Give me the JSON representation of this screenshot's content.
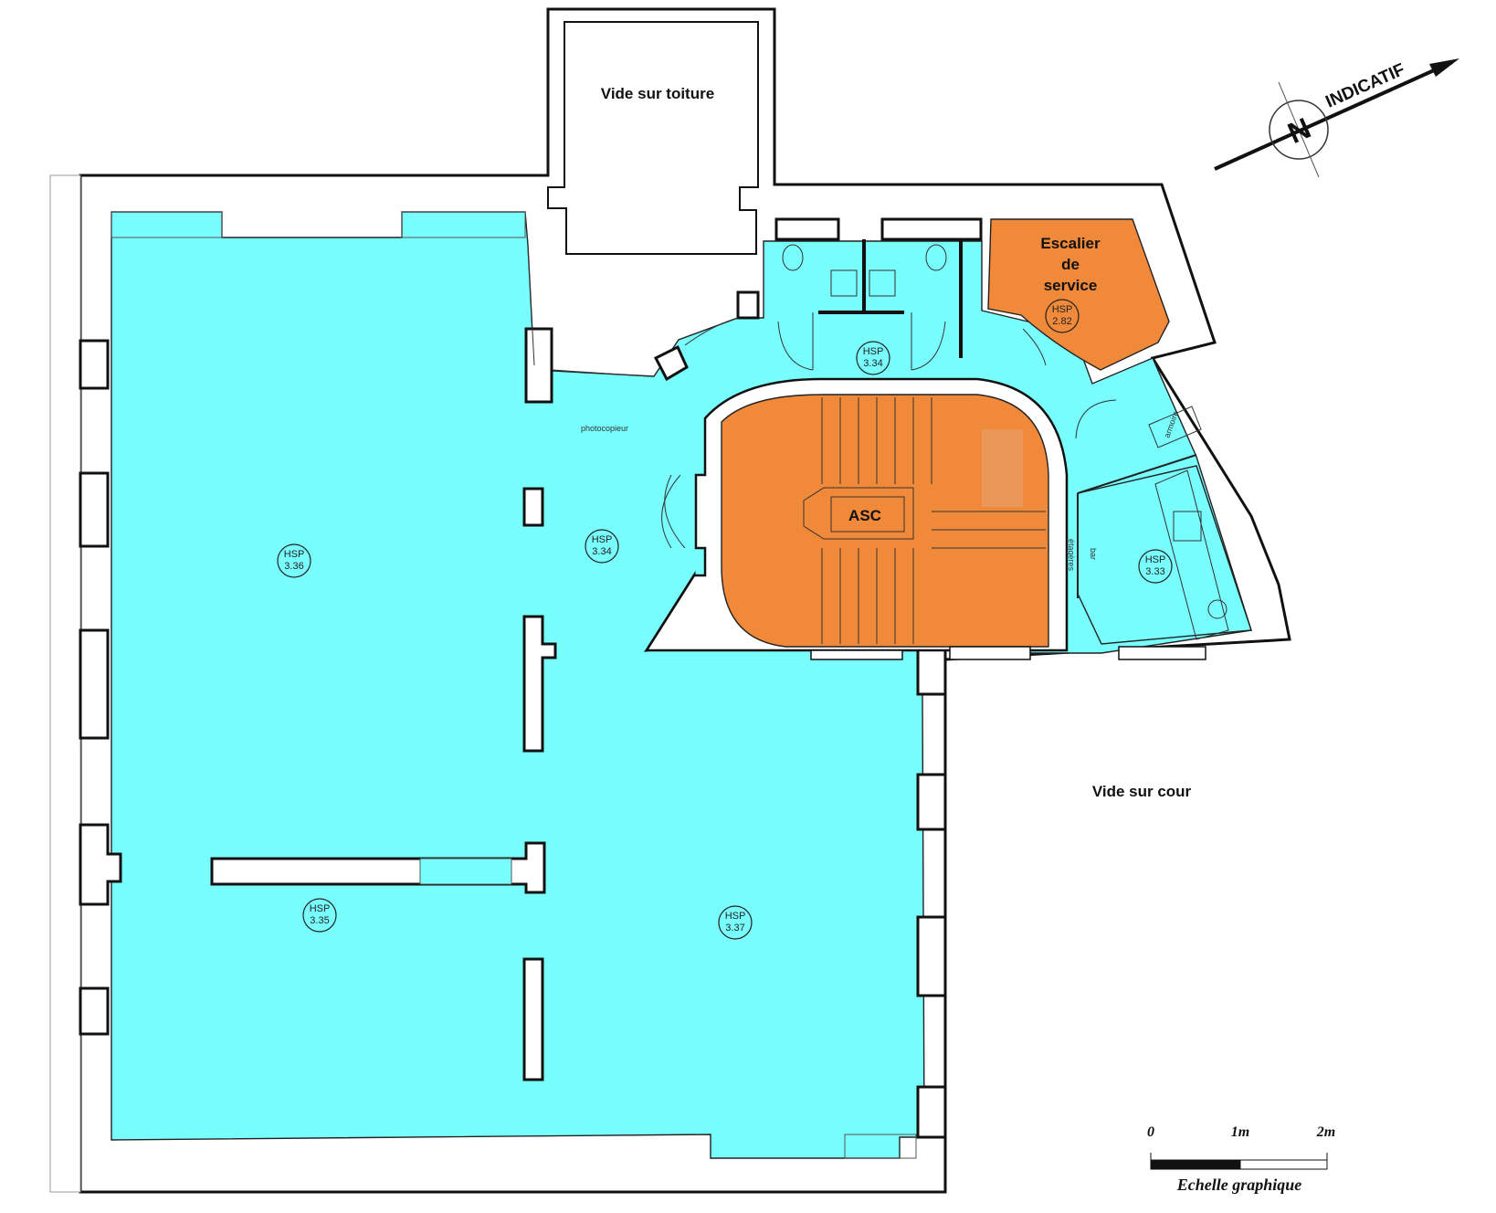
{
  "labels": {
    "vide_toiture": "Vide sur toiture",
    "vide_cour": "Vide sur cour",
    "escalier_1": "Escalier",
    "escalier_2": "de",
    "escalier_3": "service",
    "asc": "ASC",
    "photocopieur": "photocopieur",
    "bar": "bar",
    "etageres": "étagères",
    "armoire": "armoire"
  },
  "hsp_markers": [
    {
      "id": "hsp-336",
      "label": "HSP",
      "value": "3.36"
    },
    {
      "id": "hsp-334-center",
      "label": "HSP",
      "value": "3.34"
    },
    {
      "id": "hsp-334-top",
      "label": "HSP",
      "value": "3.34"
    },
    {
      "id": "hsp-282",
      "label": "HSP",
      "value": "2.82"
    },
    {
      "id": "hsp-333",
      "label": "HSP",
      "value": "3.33"
    },
    {
      "id": "hsp-335",
      "label": "HSP",
      "value": "3.35"
    },
    {
      "id": "hsp-337",
      "label": "HSP",
      "value": "3.37"
    }
  ],
  "north": {
    "letter": "N",
    "label": "INDICATIF"
  },
  "scale": {
    "t0": "0",
    "t1": "1m",
    "t2": "2m",
    "caption": "Echelle graphique"
  },
  "colors": {
    "room": "#79fefe",
    "core": "#f08a3a",
    "wall": "#111111"
  }
}
